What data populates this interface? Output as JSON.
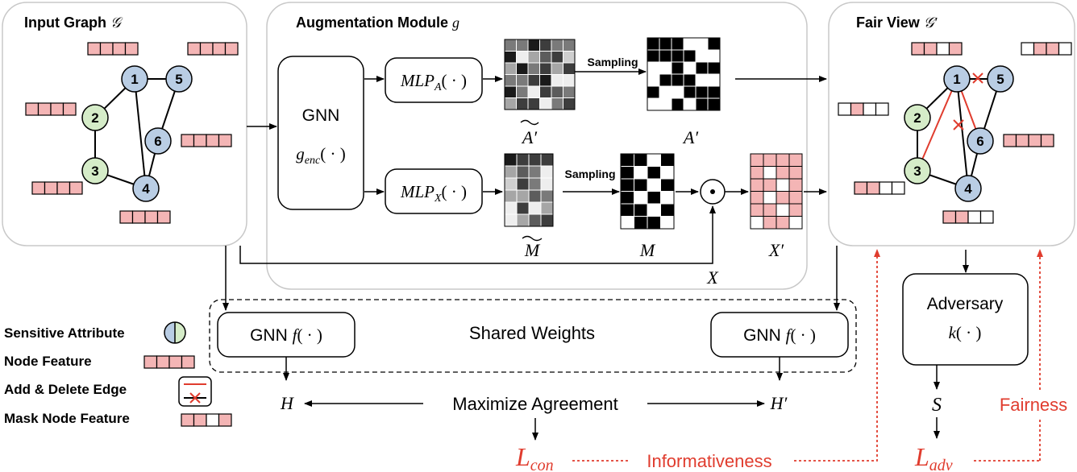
{
  "panels": {
    "input_graph": {
      "title": "Input Graph",
      "symbol": "𝒢"
    },
    "augmentation": {
      "title": "Augmentation Module",
      "symbol": "g"
    },
    "fair_view": {
      "title": "Fair View",
      "symbol": "𝒢′"
    }
  },
  "gnn_encoder": {
    "label": "GNN",
    "func": "g",
    "sub": "enc",
    "args": "( · )"
  },
  "mlp_a": {
    "label": "MLP",
    "sub": "A",
    "args": "( · )"
  },
  "mlp_x": {
    "label": "MLP",
    "sub": "X",
    "args": "( · )"
  },
  "sampling_label": "Sampling",
  "matrix_labels": {
    "a_tilde": "A′",
    "a_prime": "A′",
    "m_tilde": "M",
    "m": "M",
    "x_prime": "X′",
    "x": "X",
    "odot": "⊙"
  },
  "node_labels": [
    "1",
    "2",
    "3",
    "4",
    "5",
    "6"
  ],
  "shared": {
    "gnn_label": "GNN",
    "func": "f",
    "args": "( · )",
    "shared_weights": "Shared Weights"
  },
  "outputs": {
    "h": "H",
    "h_prime": "H′",
    "maximize": "Maximize Agreement",
    "l_con_main": "L",
    "l_con_sub": "con",
    "informativeness": "Informativeness",
    "s": "S",
    "l_adv_main": "L",
    "l_adv_sub": "adv",
    "fairness": "Fairness"
  },
  "adversary": {
    "label": "Adversary",
    "func": "k",
    "args": "( · )"
  },
  "legend": {
    "sensitive": "Sensitive Attribute",
    "node_feature": "Node Feature",
    "add_delete": "Add & Delete Edge",
    "mask": "Mask Node Feature"
  },
  "colors": {
    "blue_node": "#b9cde4",
    "green_node": "#d5ecc8",
    "feature_pink": "#f4b5b5",
    "red": "#e03c2e",
    "panel_border": "#c8c8c8"
  }
}
